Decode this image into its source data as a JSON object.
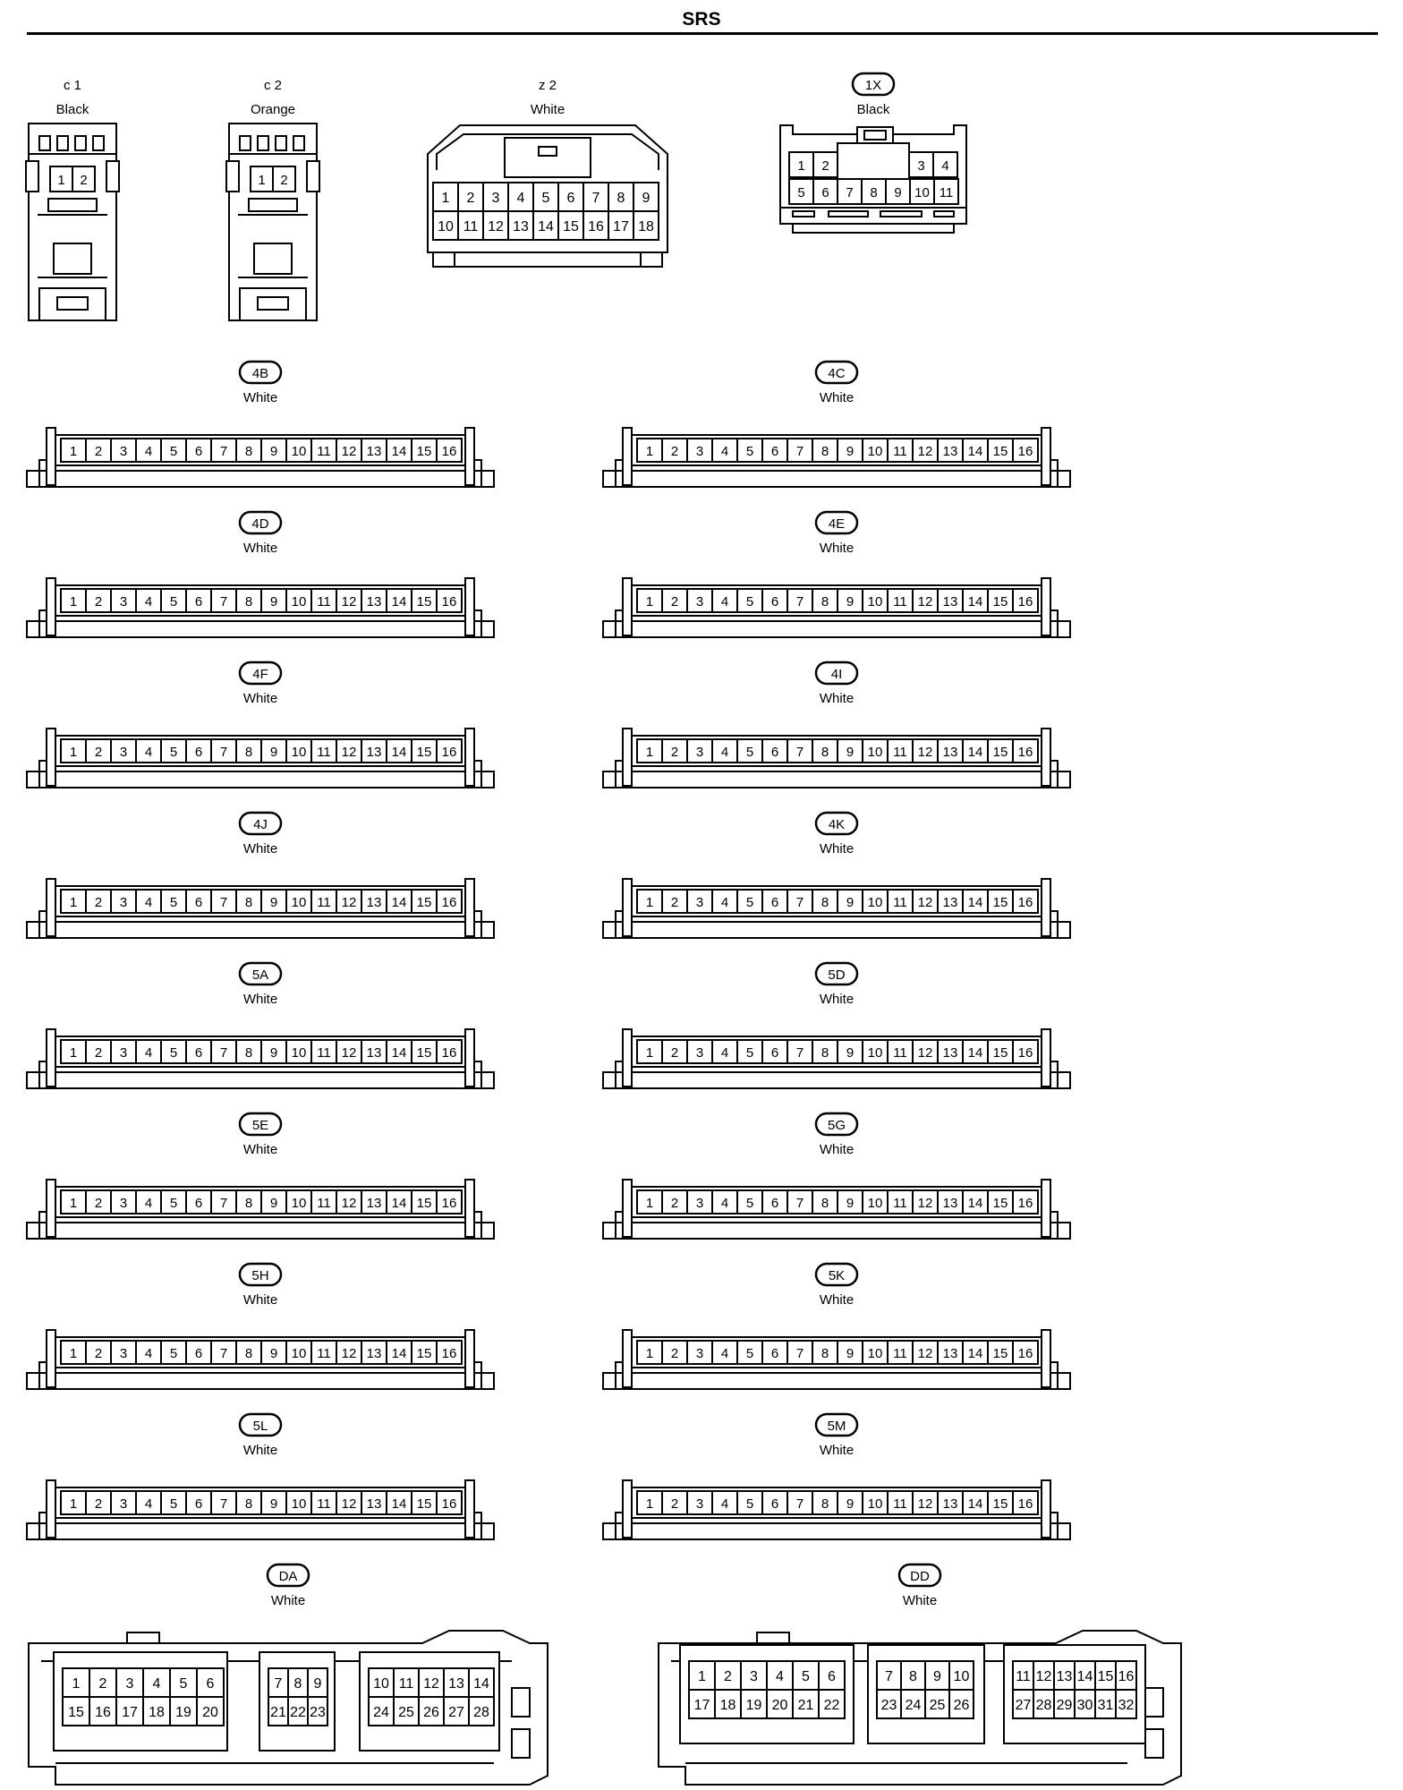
{
  "page_title": "SRS",
  "connectors": [
    {
      "code": "c 1",
      "badge": false,
      "color": "Black",
      "pins": [
        "1",
        "2"
      ]
    },
    {
      "code": "c 2",
      "badge": false,
      "color": "Orange",
      "pins": [
        "1",
        "2"
      ]
    },
    {
      "code": "z 2",
      "badge": false,
      "color": "White",
      "rows": [
        [
          "1",
          "2",
          "3",
          "4",
          "5",
          "6",
          "7",
          "8",
          "9"
        ],
        [
          "10",
          "11",
          "12",
          "13",
          "14",
          "15",
          "16",
          "17",
          "18"
        ]
      ]
    },
    {
      "code": "1X",
      "badge": true,
      "color": "Black",
      "rows": [
        [
          "1",
          "2",
          "3",
          "4"
        ],
        [
          "5",
          "6",
          "7",
          "8",
          "9",
          "10",
          "11"
        ]
      ]
    },
    {
      "code": "4B",
      "badge": true,
      "color": "White"
    },
    {
      "code": "4C",
      "badge": true,
      "color": "White"
    },
    {
      "code": "4D",
      "badge": true,
      "color": "White"
    },
    {
      "code": "4E",
      "badge": true,
      "color": "White"
    },
    {
      "code": "4F",
      "badge": true,
      "color": "White"
    },
    {
      "code": "4I",
      "badge": true,
      "color": "White"
    },
    {
      "code": "4J",
      "badge": true,
      "color": "White"
    },
    {
      "code": "4K",
      "badge": true,
      "color": "White"
    },
    {
      "code": "5A",
      "badge": true,
      "color": "White"
    },
    {
      "code": "5D",
      "badge": true,
      "color": "White"
    },
    {
      "code": "5E",
      "badge": true,
      "color": "White"
    },
    {
      "code": "5G",
      "badge": true,
      "color": "White"
    },
    {
      "code": "5H",
      "badge": true,
      "color": "White"
    },
    {
      "code": "5K",
      "badge": true,
      "color": "White"
    },
    {
      "code": "5L",
      "badge": true,
      "color": "White"
    },
    {
      "code": "5M",
      "badge": true,
      "color": "White"
    },
    {
      "code": "DA",
      "badge": true,
      "color": "White",
      "groups": [
        {
          "top": [
            "1",
            "2",
            "3",
            "4",
            "5",
            "6"
          ],
          "bottom": [
            "15",
            "16",
            "17",
            "18",
            "19",
            "20"
          ]
        },
        {
          "top": [
            "7",
            "8",
            "9"
          ],
          "bottom": [
            "21",
            "22",
            "23"
          ]
        },
        {
          "top": [
            "10",
            "11",
            "12",
            "13",
            "14"
          ],
          "bottom": [
            "24",
            "25",
            "26",
            "27",
            "28"
          ]
        }
      ]
    },
    {
      "code": "DD",
      "badge": true,
      "color": "White",
      "groups": [
        {
          "top": [
            "1",
            "2",
            "3",
            "4",
            "5",
            "6"
          ],
          "bottom": [
            "17",
            "18",
            "19",
            "20",
            "21",
            "22"
          ]
        },
        {
          "top": [
            "7",
            "8",
            "9",
            "10"
          ],
          "bottom": [
            "23",
            "24",
            "25",
            "26"
          ]
        },
        {
          "top": [
            "11",
            "12",
            "13",
            "14",
            "15",
            "16"
          ],
          "bottom": [
            "27",
            "28",
            "29",
            "30",
            "31",
            "32"
          ]
        }
      ]
    }
  ],
  "strip_pins": [
    "1",
    "2",
    "3",
    "4",
    "5",
    "6",
    "7",
    "8",
    "9",
    "10",
    "11",
    "12",
    "13",
    "14",
    "15",
    "16"
  ]
}
